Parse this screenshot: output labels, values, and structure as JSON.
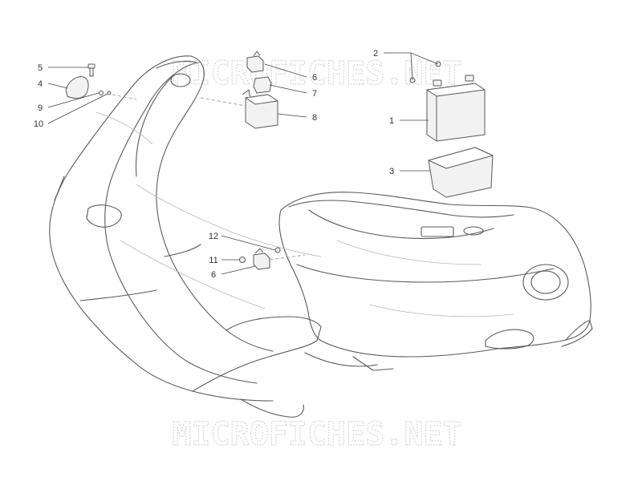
{
  "watermark": {
    "top": "MICROFICHES.NET",
    "bottom": "MICROFICHES.NET"
  },
  "callouts": [
    {
      "id": "c1",
      "label": "1"
    },
    {
      "id": "c2",
      "label": "2"
    },
    {
      "id": "c3",
      "label": "3"
    },
    {
      "id": "c4",
      "label": "4"
    },
    {
      "id": "c5",
      "label": "5"
    },
    {
      "id": "c6a",
      "label": "6"
    },
    {
      "id": "c6b",
      "label": "6"
    },
    {
      "id": "c7",
      "label": "7"
    },
    {
      "id": "c8",
      "label": "8"
    },
    {
      "id": "c9",
      "label": "9"
    },
    {
      "id": "c10",
      "label": "10"
    },
    {
      "id": "c11",
      "label": "11"
    },
    {
      "id": "c12",
      "label": "12"
    }
  ],
  "colors": {
    "line": "#5a5a5a",
    "faint_line": "#b8b8b8",
    "part_fill": "#f2f2f2",
    "watermark_outline": "#d6d6d6"
  }
}
